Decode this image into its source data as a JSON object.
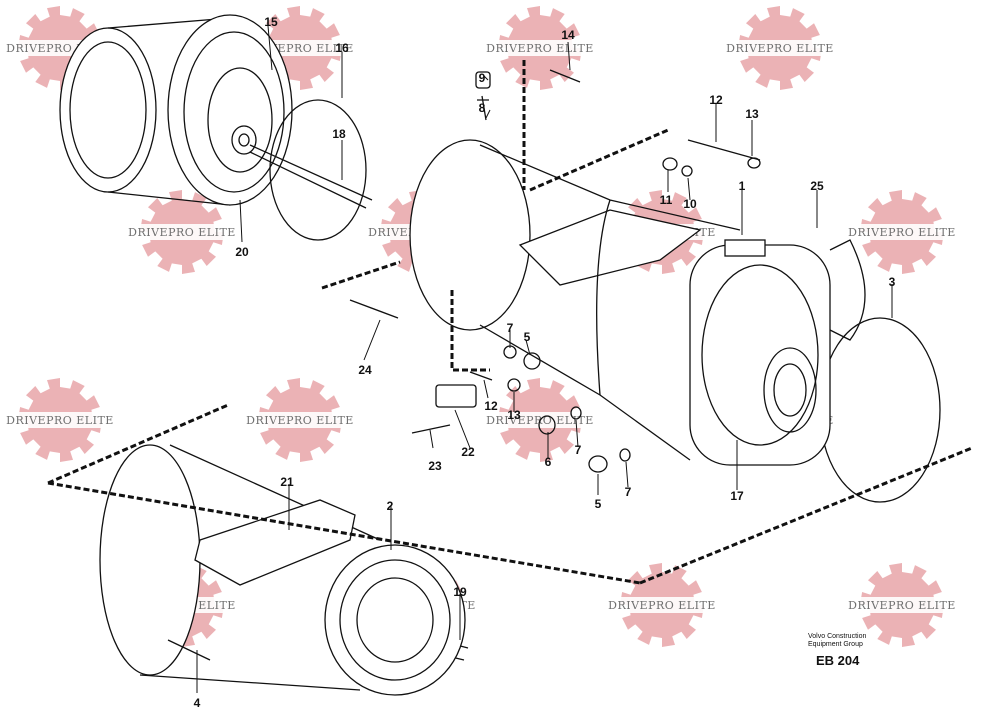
{
  "watermark": {
    "text": "DRIVEPRO ELITE",
    "gear_color": "#e8a4a8"
  },
  "callouts": [
    "1",
    "2",
    "3",
    "4",
    "5",
    "5",
    "6",
    "7",
    "7",
    "7",
    "8",
    "9",
    "10",
    "11",
    "12",
    "12",
    "13",
    "13",
    "14",
    "15",
    "16",
    "17",
    "18",
    "19",
    "20",
    "21",
    "22",
    "23",
    "24",
    "25"
  ],
  "caption": {
    "line1": "Volvo Construction",
    "line2": "Equipment Group",
    "code": "EB 204"
  }
}
